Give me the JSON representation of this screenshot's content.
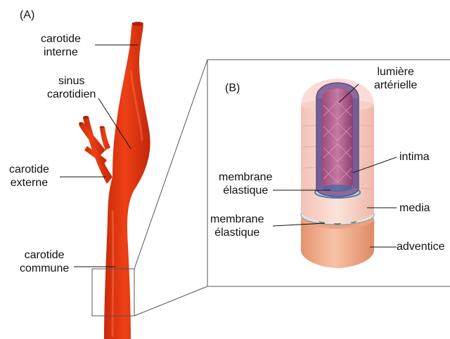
{
  "panel_a": {
    "tag": "(A)",
    "labels": {
      "carotide_interne": "carotide\ninterne",
      "sinus_carotidien": "sinus\ncarotidien",
      "carotide_externe": "carotide\nexterne",
      "carotide_commune": "carotide\ncommune"
    }
  },
  "panel_b": {
    "tag": "(B)",
    "labels": {
      "lumiere_arterielle": "lumière\nartérielle",
      "intima": "intima",
      "membrane_elastique_interne": "membrane\nélastique",
      "media": "media",
      "membrane_elastique_externe": "membrane\nélastique",
      "adventice": "adventice"
    }
  },
  "colors": {
    "artery_red": "#e8380f",
    "artery_dark": "#c02306",
    "adventice": "#f0a98a",
    "media": "#f6cdc4",
    "intima": "#9b6fa8",
    "lumen": "#b65b8c",
    "elastic_membrane": "#5a8fb8"
  }
}
